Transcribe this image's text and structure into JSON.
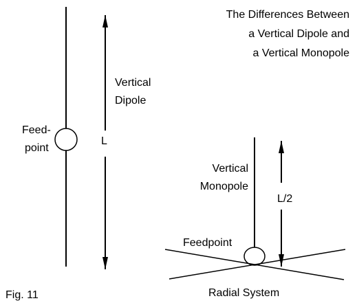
{
  "title_lines": [
    "The Differences Between",
    "a Vertical Dipole and",
    "a Vertical Monopole"
  ],
  "dipole": {
    "feed_label_lines": [
      "Feed-",
      "point"
    ],
    "name_lines": [
      "Vertical",
      "Dipole"
    ],
    "length_label": "L"
  },
  "monopole": {
    "name_lines": [
      "Vertical",
      "Monopole"
    ],
    "length_label": "L/2",
    "feed_label": "Feedpoint",
    "ground_label": "Radial System"
  },
  "figure_label": "Fig. 11",
  "colors": {
    "ink": "#000000",
    "background": "#ffffff"
  }
}
